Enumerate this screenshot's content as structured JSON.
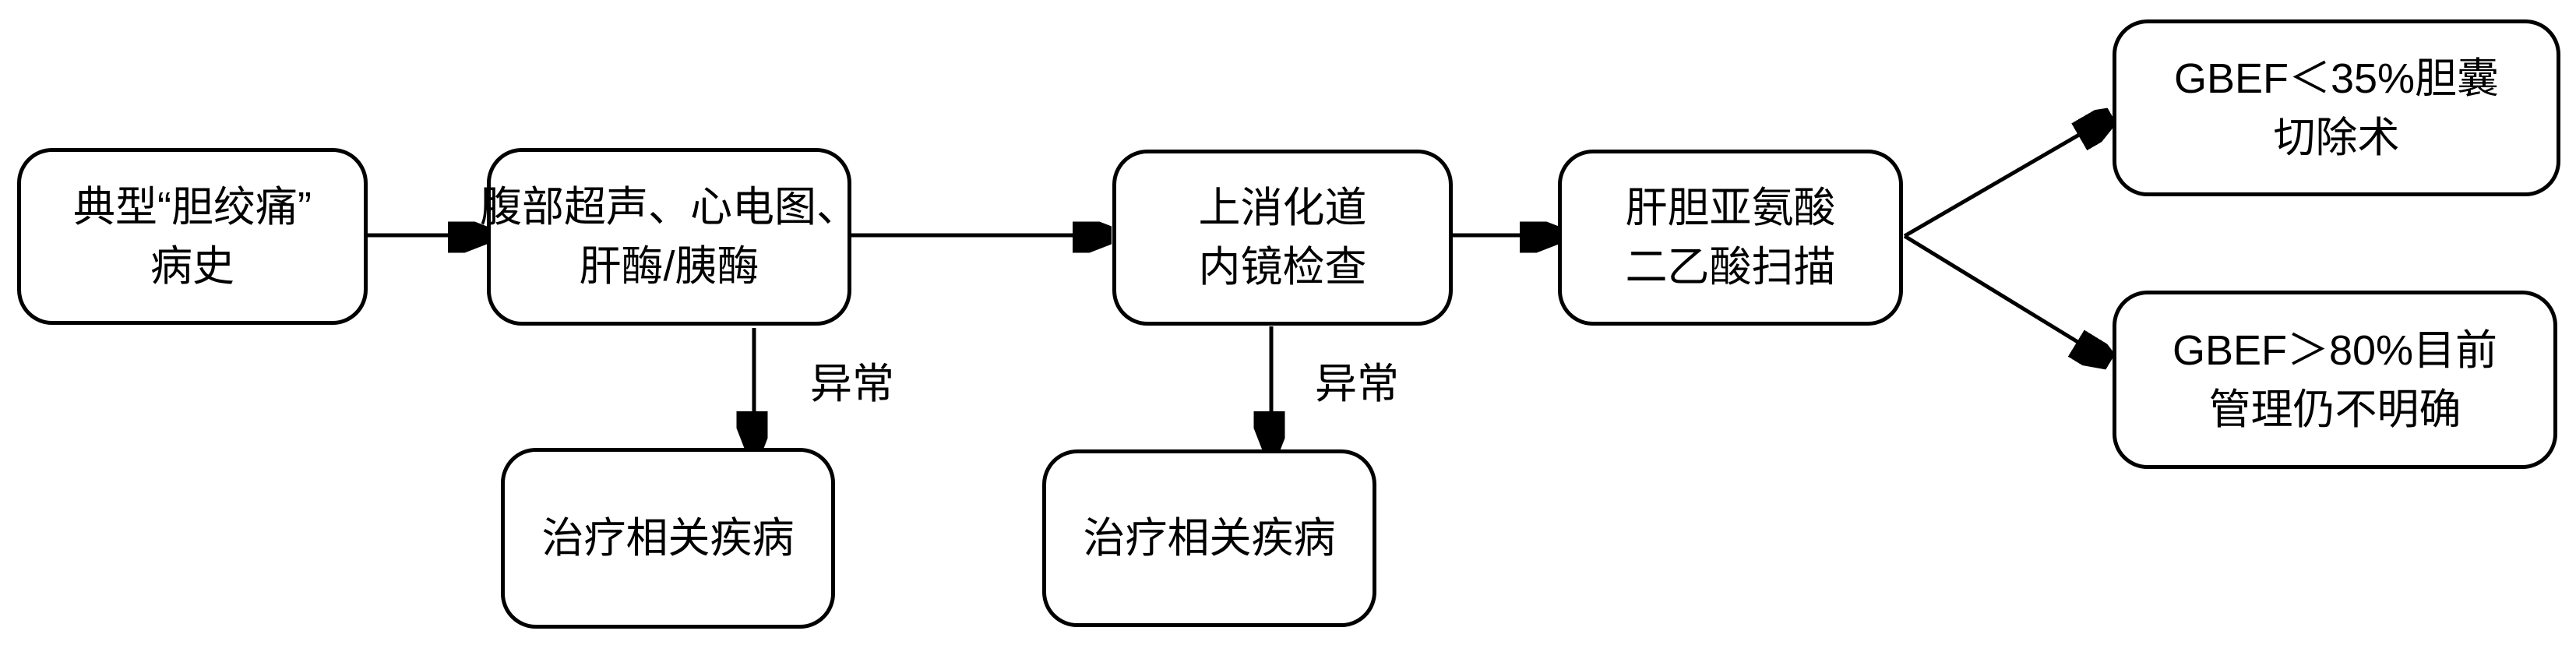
{
  "diagram": {
    "title": "胆绞痛诊疗流程图",
    "background_color": "#ffffff",
    "stroke_color": "#000000",
    "nodes": {
      "history": {
        "lines": [
          "典型“胆绞痛”",
          "病史"
        ]
      },
      "tests": {
        "lines": [
          "腹部超声、心电图、",
          "肝酶/胰酶"
        ]
      },
      "endoscopy": {
        "lines": [
          "上消化道",
          "内镜检查"
        ]
      },
      "hida": {
        "lines": [
          "肝胆亚氨酸",
          "二乙酸扫描"
        ]
      },
      "treat1": {
        "lines": [
          "治疗相关疾病"
        ]
      },
      "treat2": {
        "lines": [
          "治疗相关疾病"
        ]
      },
      "gbef_low": {
        "lines": [
          "GBEF＜35%胆囊",
          "切除术"
        ]
      },
      "gbef_high": {
        "lines": [
          "GBEF＞80%目前",
          "管理仍不明确"
        ]
      }
    },
    "edge_labels": {
      "abnormal1": "异常",
      "abnormal2": "异常"
    }
  }
}
